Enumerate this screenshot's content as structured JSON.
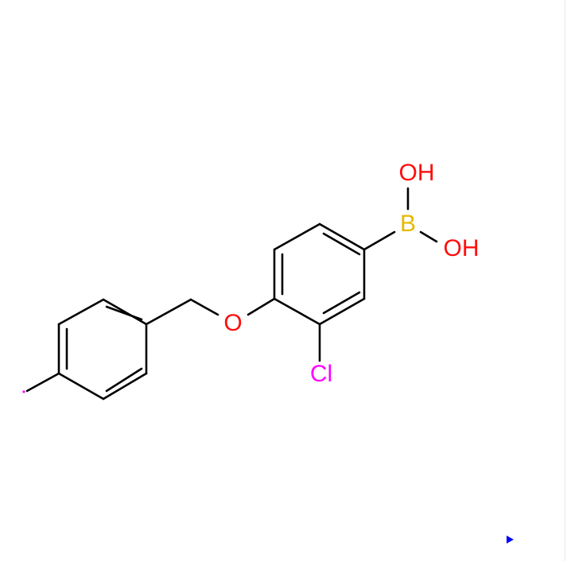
{
  "structure": {
    "atoms": [
      {
        "id": "oh_top",
        "label": "OH",
        "color": "#ff0d0d"
      },
      {
        "id": "boron",
        "label": "B",
        "color": "#e6b800"
      },
      {
        "id": "oh_right",
        "label": "OH",
        "color": "#ff0d0d"
      },
      {
        "id": "ether_oxygen",
        "label": "O",
        "color": "#ff0d0d"
      },
      {
        "id": "chlorine",
        "label": "Cl",
        "color": "#ff00ff"
      }
    ]
  },
  "colors": {
    "bond": "#000000",
    "oxygen": "#ff0d0d",
    "boron": "#e6b800",
    "chlorine": "#ff00ff",
    "play_button": "#0000ff"
  },
  "controls": {
    "play_icon": "play-icon"
  }
}
